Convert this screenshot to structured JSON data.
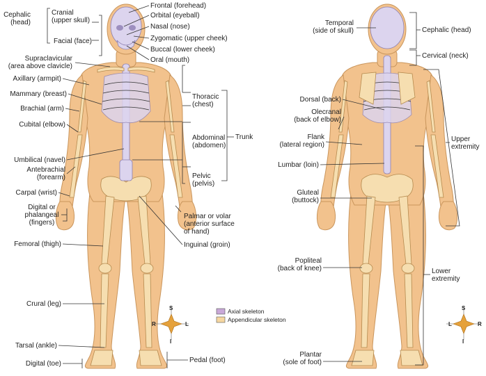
{
  "legend": {
    "axial_label": "Axial skeleton",
    "appendicular_label": "Appendicular skeleton",
    "axial_color": "#c9a8d8",
    "appendicular_color": "#f6d7a0"
  },
  "colors": {
    "skin": "#f2c28d",
    "bone": "#f6deb0",
    "axial": "#dcd4ee"
  },
  "compass_front": {
    "top": "S",
    "bottom": "I",
    "left": "R",
    "right": "L"
  },
  "compass_back": {
    "top": "S",
    "bottom": "I",
    "left": "L",
    "right": "R"
  },
  "anterior": {
    "cephalic": [
      "Cephalic",
      "(head)"
    ],
    "cranial": [
      "Cranial",
      "(upper skull)"
    ],
    "facial": "Facial (face)",
    "frontal": "Frontal (forehead)",
    "orbital": "Orbital (eyeball)",
    "nasal": "Nasal (nose)",
    "zygomatic": "Zygomatic (upper cheek)",
    "buccal": "Buccal (lower cheek)",
    "oral": "Oral (mouth)",
    "supraclavicular": [
      "Supraclavicular",
      "(area above clavicle)"
    ],
    "axillary": "Axillary (armpit)",
    "mammary": "Mammary (breast)",
    "brachial": "Brachial (arm)",
    "cubital": "Cubital (elbow)",
    "umbilical": "Umbilical (navel)",
    "antebrachial": [
      "Antebrachial",
      "(forearm)"
    ],
    "carpal": "Carpal (wrist)",
    "digital_hand": [
      "Digital or",
      "phalangeal",
      "(fingers)"
    ],
    "femoral": "Femoral (thigh)",
    "crural": "Crural (leg)",
    "tarsal": "Tarsal (ankle)",
    "digital_toe": "Digital (toe)",
    "thoracic": [
      "Thoracic",
      "(chest)"
    ],
    "abdominal": [
      "Abdominal",
      "(abdomen)"
    ],
    "trunk": "Trunk",
    "pelvic": [
      "Pelvic",
      "(pelvis)"
    ],
    "palmar": [
      "Palmar or volar",
      "(anterior surface",
      "of hand)"
    ],
    "inguinal": "Inguinal (groin)",
    "pedal": "Pedal (foot)"
  },
  "posterior": {
    "temporal": [
      "Temporal",
      "(side of skull)"
    ],
    "cephalic": "Cephalic (head)",
    "cervical": "Cervical (neck)",
    "dorsal": "Dorsal (back)",
    "olecranal": [
      "Olecranal",
      "(back of elbow)"
    ],
    "flank": [
      "Flank",
      "(lateral region)"
    ],
    "lumbar": "Lumbar (loin)",
    "upper_extremity": [
      "Upper",
      "extremity"
    ],
    "gluteal": [
      "Gluteal",
      "(buttock)"
    ],
    "popliteal": [
      "Popliteal",
      "(back of knee)"
    ],
    "lower_extremity": [
      "Lower",
      "extremity"
    ],
    "plantar": [
      "Plantar",
      "(sole of foot)"
    ]
  }
}
